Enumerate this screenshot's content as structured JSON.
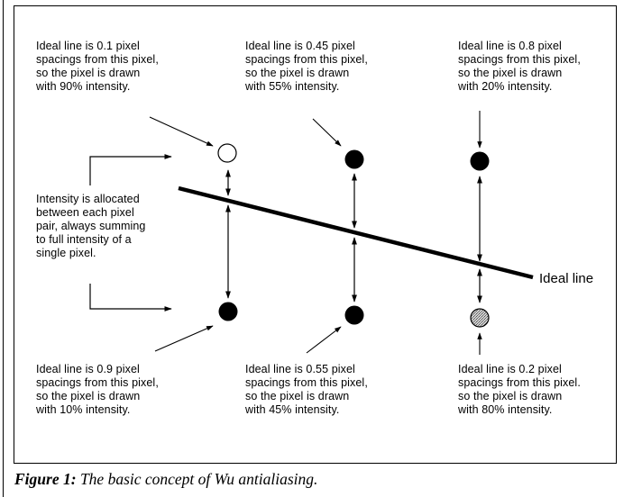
{
  "figure": {
    "caption_label": "Figure 1:",
    "caption_text": " The basic concept of Wu antialiasing.",
    "ideal_line_label": "Ideal line",
    "allocation_note": "Intensity is allocated\nbetween each pixel\npair, always summing\nto full intensity of a\nsingle pixel.",
    "pixels": [
      {
        "id": "col1-top",
        "distance": 0.1,
        "intensity_percent": 90,
        "fill": "#ffffff",
        "annotation": "Ideal line is 0.1 pixel\nspacings from this pixel,\nso the pixel is drawn\nwith 90% intensity."
      },
      {
        "id": "col2-top",
        "distance": 0.45,
        "intensity_percent": 55,
        "fill": "#000000",
        "annotation": "Ideal line is 0.45 pixel\nspacings from this pixel,\nso the pixel is drawn\nwith 55% intensity."
      },
      {
        "id": "col3-top",
        "distance": 0.8,
        "intensity_percent": 20,
        "fill": "#000000",
        "annotation": "Ideal line is 0.8 pixel\nspacings from this pixel,\nso the pixel is drawn\nwith 20% intensity."
      },
      {
        "id": "col1-bottom",
        "distance": 0.9,
        "intensity_percent": 10,
        "fill": "#000000",
        "annotation": "Ideal line is 0.9 pixel\nspacings from this pixel,\nso the pixel is drawn\nwith 10% intensity."
      },
      {
        "id": "col2-bottom",
        "distance": 0.55,
        "intensity_percent": 45,
        "fill": "#000000",
        "annotation": "Ideal line is 0.55 pixel\nspacings from this pixel,\nso the pixel is drawn\nwith 45% intensity."
      },
      {
        "id": "col3-bottom",
        "distance": 0.2,
        "intensity_percent": 80,
        "fill": "#a8a8a8",
        "annotation": "Ideal line is 0.2 pixel\nspacings from this pixel.\nso the pixel is drawn\nwith 80% intensity."
      }
    ]
  }
}
